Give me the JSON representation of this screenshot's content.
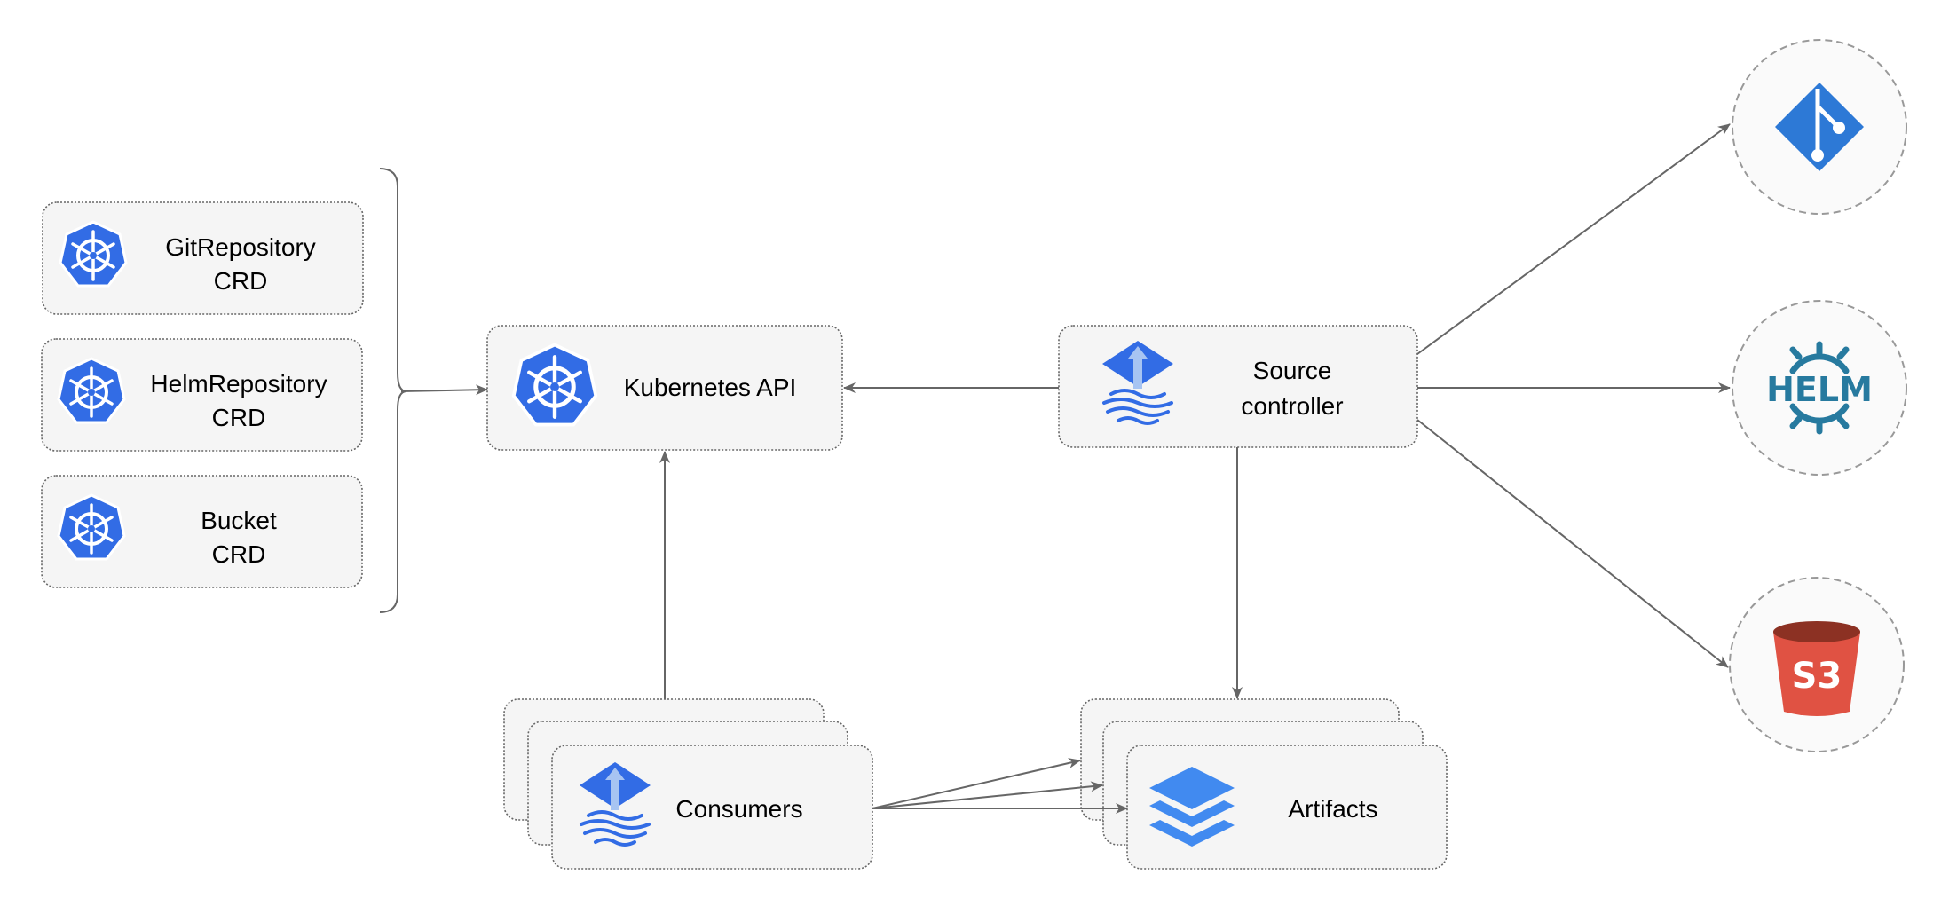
{
  "colors": {
    "kubernetes": "#326ce5",
    "flux": "#326ce5",
    "artifacts": "#418af0",
    "git": "#2d79d6",
    "helm": "#277a9f",
    "s3_body": "#e05243",
    "s3_top": "#8c3123",
    "edge": "#666666",
    "box_fill": "#f5f5f5"
  },
  "crds": [
    {
      "line1": "GitRepository",
      "line2": "CRD",
      "icon": "kubernetes-icon"
    },
    {
      "line1": "HelmRepository",
      "line2": "CRD",
      "icon": "kubernetes-icon"
    },
    {
      "line1": "Bucket",
      "line2": "CRD",
      "icon": "kubernetes-icon"
    }
  ],
  "kubernetes_api": {
    "label": "Kubernetes API",
    "icon": "kubernetes-icon"
  },
  "source_controller": {
    "line1": "Source",
    "line2": "controller",
    "icon": "flux-icon"
  },
  "consumers": {
    "label": "Consumers",
    "icon": "flux-icon"
  },
  "artifacts": {
    "label": "Artifacts",
    "icon": "layers-icon"
  },
  "sources": [
    {
      "icon": "git-icon"
    },
    {
      "icon": "helm-icon",
      "text": "HELM"
    },
    {
      "icon": "s3-icon",
      "text": "S3"
    }
  ]
}
